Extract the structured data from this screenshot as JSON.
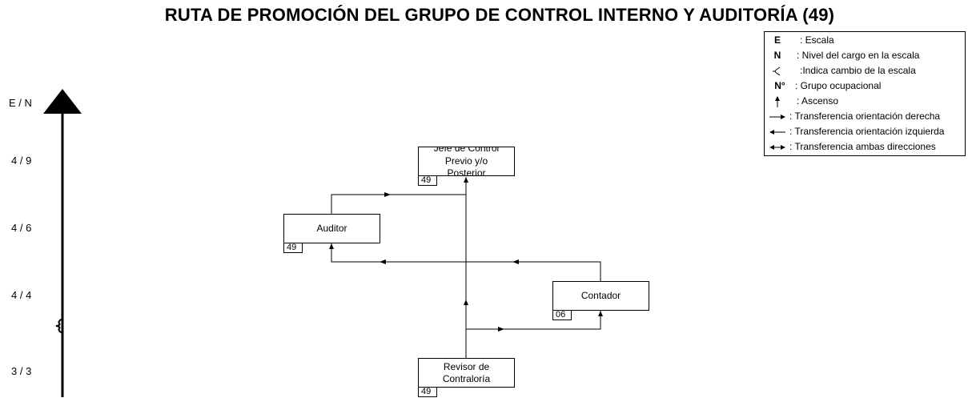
{
  "title": "RUTA DE PROMOCIÓN DEL GRUPO DE CONTROL INTERNO Y AUDITORÍA (49)",
  "axis": {
    "label": "E / N",
    "levels": [
      {
        "label": "4 / 9"
      },
      {
        "label": "4 / 6"
      },
      {
        "label": "4 / 4"
      },
      {
        "label": "3 / 3"
      }
    ]
  },
  "positions": [
    {
      "id": "jefe",
      "label": "Jefe de Control Previo y/o Posterior",
      "code": "49",
      "level": "4 / 9"
    },
    {
      "id": "auditor",
      "label": "Auditor",
      "code": "49",
      "level": "4 / 6"
    },
    {
      "id": "contador",
      "label": "Contador",
      "code": "06",
      "level": "4 / 4"
    },
    {
      "id": "revisor",
      "label": "Revisor de Contraloría",
      "code": "49",
      "level": "3 / 3"
    }
  ],
  "connections": [
    {
      "from": "revisor",
      "to": "jefe",
      "kind": "ascenso"
    },
    {
      "from": "revisor",
      "to": "auditor",
      "kind": "transferencia"
    },
    {
      "from": "revisor",
      "to": "contador",
      "kind": "transferencia"
    },
    {
      "from": "contador",
      "to": "auditor",
      "kind": "transferencia"
    },
    {
      "from": "auditor",
      "to": "jefe",
      "kind": "transferencia"
    }
  ],
  "legend": {
    "items": [
      {
        "symbol": "E",
        "text": ": Escala"
      },
      {
        "symbol": "N",
        "text": ": Nivel del cargo en la escala"
      },
      {
        "symbol": "",
        "icon": "scale-change-icon",
        "text": ":Indica cambio de la escala"
      },
      {
        "symbol": "N°",
        "text": ": Grupo ocupacional"
      },
      {
        "symbol": "",
        "icon": "arrow-up-icon",
        "text": ": Ascenso"
      },
      {
        "symbol": "",
        "icon": "arrow-right-icon",
        "text": ": Transferencia orientación derecha"
      },
      {
        "symbol": "",
        "icon": "arrow-left-icon",
        "text": ": Transferencia orientación izquierda"
      },
      {
        "symbol": "",
        "icon": "arrow-both-icon",
        "text": ": Transferencia ambas direcciones"
      }
    ]
  }
}
